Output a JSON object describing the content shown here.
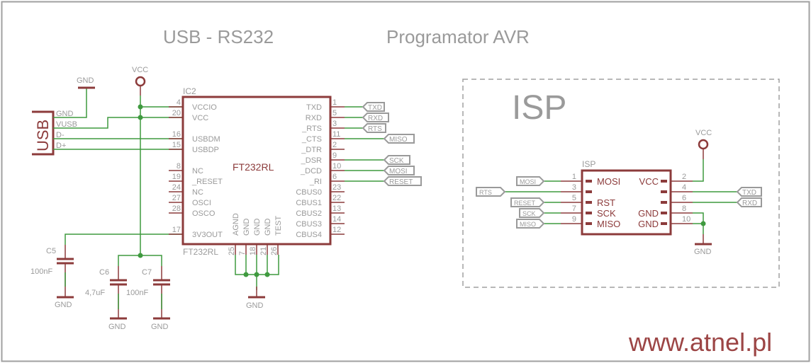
{
  "titles": {
    "left": "USB - RS232",
    "right": "Programator AVR",
    "isp_frame": "ISP",
    "website": "www.atnel.pl"
  },
  "colors": {
    "wire": "#3f9a3f",
    "component": "#8c3b3b",
    "text": "#9a9a9a",
    "brand": "#9c4545"
  },
  "power": {
    "vcc": "VCC",
    "gnd": "GND"
  },
  "usb": {
    "name": "USB",
    "pins": [
      "GND",
      "VUSB",
      "D-",
      "D+"
    ]
  },
  "ic": {
    "ref": "IC2",
    "name": "FT232RL",
    "value": "FT232RL",
    "left_pins": [
      {
        "num": "4",
        "name": "VCCIO"
      },
      {
        "num": "20",
        "name": "VCC"
      },
      {
        "num": "16",
        "name": "USBDM"
      },
      {
        "num": "15",
        "name": "USBDP"
      },
      {
        "num": "8",
        "name": "NC"
      },
      {
        "num": "19",
        "name": "_RESET"
      },
      {
        "num": "24",
        "name": "NC"
      },
      {
        "num": "27",
        "name": "OSCI"
      },
      {
        "num": "28",
        "name": "OSCO"
      },
      {
        "num": "17",
        "name": "3V3OUT"
      }
    ],
    "right_pins": [
      {
        "num": "1",
        "name": "TXD"
      },
      {
        "num": "5",
        "name": "RXD"
      },
      {
        "num": "3",
        "name": "_RTS"
      },
      {
        "num": "11",
        "name": "_CTS"
      },
      {
        "num": "2",
        "name": "_DTR"
      },
      {
        "num": "9",
        "name": "_DSR"
      },
      {
        "num": "10",
        "name": "_DCD"
      },
      {
        "num": "6",
        "name": "_RI"
      },
      {
        "num": "23",
        "name": "CBUS0"
      },
      {
        "num": "22",
        "name": "CBUS1"
      },
      {
        "num": "13",
        "name": "CBUS2"
      },
      {
        "num": "14",
        "name": "CBUS3"
      },
      {
        "num": "12",
        "name": "CBUS4"
      }
    ],
    "bottom_pins": [
      {
        "num": "25",
        "name": "AGND"
      },
      {
        "num": "7",
        "name": "GND"
      },
      {
        "num": "18",
        "name": "GND"
      },
      {
        "num": "21",
        "name": "GND"
      },
      {
        "num": "26",
        "name": "TEST"
      }
    ],
    "net_labels": [
      "TXD",
      "RXD",
      "RTS",
      "MISO",
      "SCK",
      "MOSI",
      "RESET"
    ]
  },
  "capacitors": [
    {
      "ref": "C5",
      "value": "100nF"
    },
    {
      "ref": "C6",
      "value": "4,7uF"
    },
    {
      "ref": "C7",
      "value": "100nF"
    }
  ],
  "isp": {
    "ref": "ISP",
    "left_pins": [
      {
        "num": "1",
        "name": "MOSI",
        "net": "MOSI"
      },
      {
        "num": "3",
        "name": "",
        "net": "RTS"
      },
      {
        "num": "5",
        "name": "RST",
        "net": "RESET"
      },
      {
        "num": "7",
        "name": "SCK",
        "net": "SCK"
      },
      {
        "num": "9",
        "name": "MISO",
        "net": "MISO"
      }
    ],
    "right_pins": [
      {
        "num": "2",
        "name": "VCC",
        "net": ""
      },
      {
        "num": "4",
        "name": "",
        "net": "TXD"
      },
      {
        "num": "6",
        "name": "",
        "net": "RXD"
      },
      {
        "num": "8",
        "name": "GND",
        "net": ""
      },
      {
        "num": "10",
        "name": "GND",
        "net": ""
      }
    ]
  }
}
